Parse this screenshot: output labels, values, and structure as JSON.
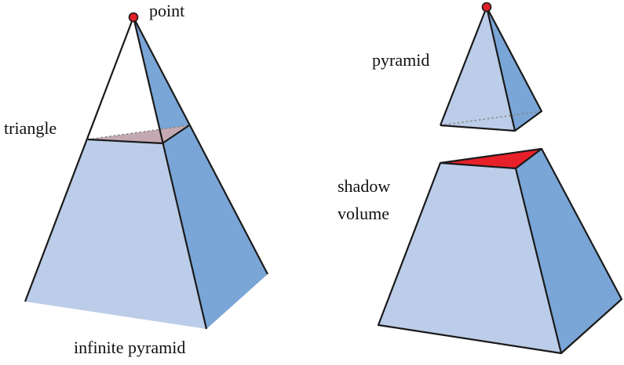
{
  "labels": {
    "point": "point",
    "triangle": "triangle",
    "infinite_pyramid": "infinite pyramid",
    "pyramid": "pyramid",
    "shadow": "shadow",
    "volume": "volume"
  },
  "colors": {
    "face_front": "#bccde9",
    "face_side": "#7aa5d7",
    "triangle_fill": "#c4a9b3",
    "shadow_cap": "#e8202a",
    "point_marker": "#e0202a",
    "edge": "#1a1a1a",
    "hidden_edge": "#888888"
  }
}
